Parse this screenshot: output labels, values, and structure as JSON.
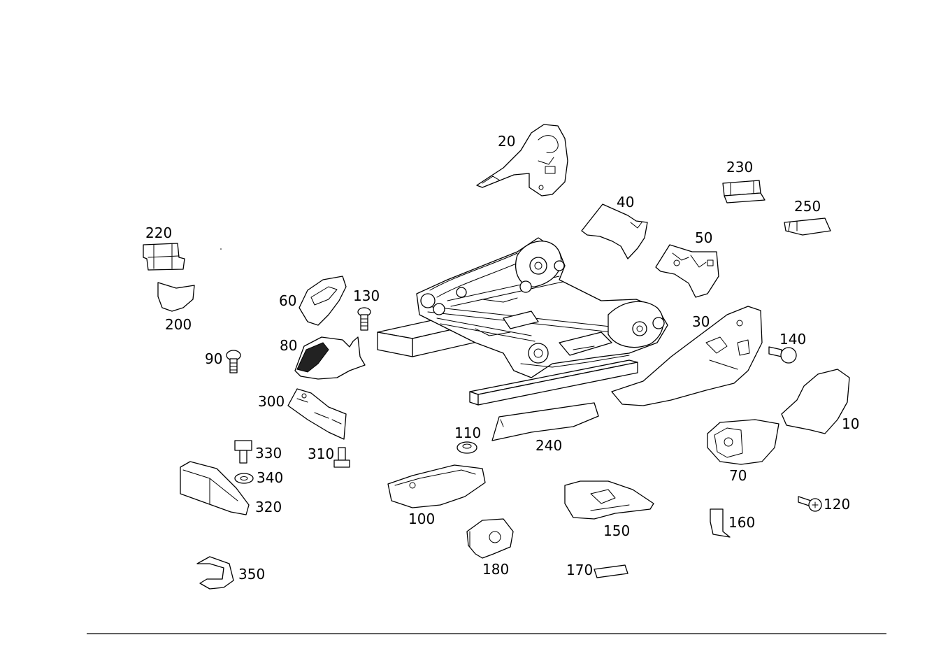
{
  "diagram": {
    "callouts": {
      "c10": "10",
      "c20": "20",
      "c30": "30",
      "c40": "40",
      "c50": "50",
      "c60": "60",
      "c70": "70",
      "c80": "80",
      "c90": "90",
      "c100": "100",
      "c110": "110",
      "c120": "120",
      "c130": "130",
      "c140": "140",
      "c150": "150",
      "c160": "160",
      "c170": "170",
      "c180": "180",
      "c200": "200",
      "c220": "220",
      "c230": "230",
      "c240": "240",
      "c250": "250",
      "c300": "300",
      "c310": "310",
      "c320": "320",
      "c330": "330",
      "c340": "340",
      "c350": "350"
    }
  }
}
